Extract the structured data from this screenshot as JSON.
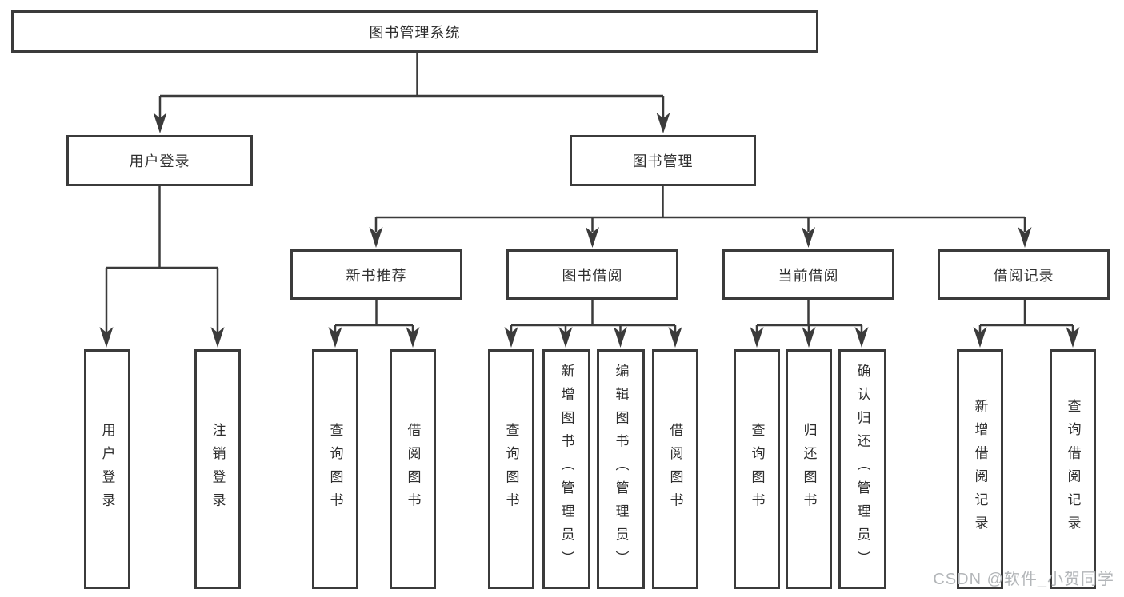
{
  "diagram": {
    "watermark": "CSDN @软件_小贺同学",
    "colors": {
      "line": "#3b3b3b",
      "text": "#2f2f2f",
      "background": "#ffffff",
      "watermark": "#b3b6b9"
    },
    "nodes": {
      "root": {
        "label": "图书管理系统"
      },
      "user_login_branch": {
        "label": "用户登录"
      },
      "book_mgmt_branch": {
        "label": "图书管理"
      },
      "user_login_leaf": {
        "label": "用户登录"
      },
      "logout_leaf": {
        "label": "注销登录"
      },
      "new_book_rec": {
        "label": "新书推荐"
      },
      "book_borrow": {
        "label": "图书借阅"
      },
      "current_borrow": {
        "label": "当前借阅"
      },
      "borrow_record": {
        "label": "借阅记录"
      },
      "rec_query_book": {
        "label": "查询图书"
      },
      "rec_borrow_book": {
        "label": "借阅图书"
      },
      "bb_query_book": {
        "label": "查询图书"
      },
      "bb_add_book": {
        "label": "新增图书（管理员）"
      },
      "bb_edit_book": {
        "label": "编辑图书（管理员）"
      },
      "bb_borrow_book": {
        "label": "借阅图书"
      },
      "cb_query_book": {
        "label": "查询图书"
      },
      "cb_return_book": {
        "label": "归还图书"
      },
      "cb_confirm_return": {
        "label": "确认归还（管理员）"
      },
      "br_add_record": {
        "label": "新增借阅记录"
      },
      "br_query_record": {
        "label": "查询借阅记录"
      }
    },
    "hierarchy": {
      "图书管理系统": {
        "用户登录": [
          "用户登录",
          "注销登录"
        ],
        "图书管理": {
          "新书推荐": [
            "查询图书",
            "借阅图书"
          ],
          "图书借阅": [
            "查询图书",
            "新增图书（管理员）",
            "编辑图书（管理员）",
            "借阅图书"
          ],
          "当前借阅": [
            "查询图书",
            "归还图书",
            "确认归还（管理员）"
          ],
          "借阅记录": [
            "新增借阅记录",
            "查询借阅记录"
          ]
        }
      }
    }
  }
}
